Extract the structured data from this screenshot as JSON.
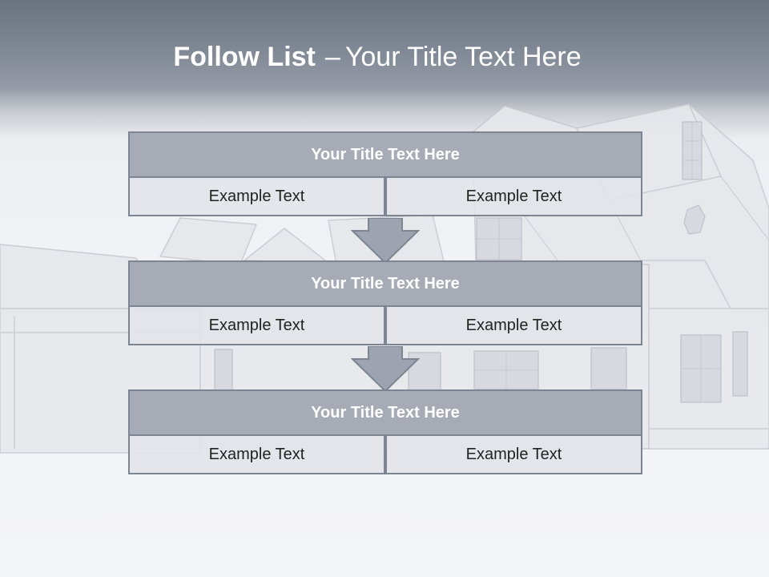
{
  "slide": {
    "title_bold": "Follow List",
    "title_dash": "–",
    "title_rest": "Your Title Text Here"
  },
  "steps": [
    {
      "title": "Your Title Text Here",
      "left_text": "Example Text",
      "right_text": "Example Text"
    },
    {
      "title": "Your Title Text Here",
      "left_text": "Example Text",
      "right_text": "Example Text"
    },
    {
      "title": "Your Title Text Here",
      "left_text": "Example Text",
      "right_text": "Example Text"
    }
  ],
  "colors": {
    "header_band": "#6b737f",
    "block_fill": "#a6abb5",
    "block_border": "#7d8593",
    "cell_fill": "#e2e4e9",
    "arrow_fill": "#9ea4af"
  }
}
